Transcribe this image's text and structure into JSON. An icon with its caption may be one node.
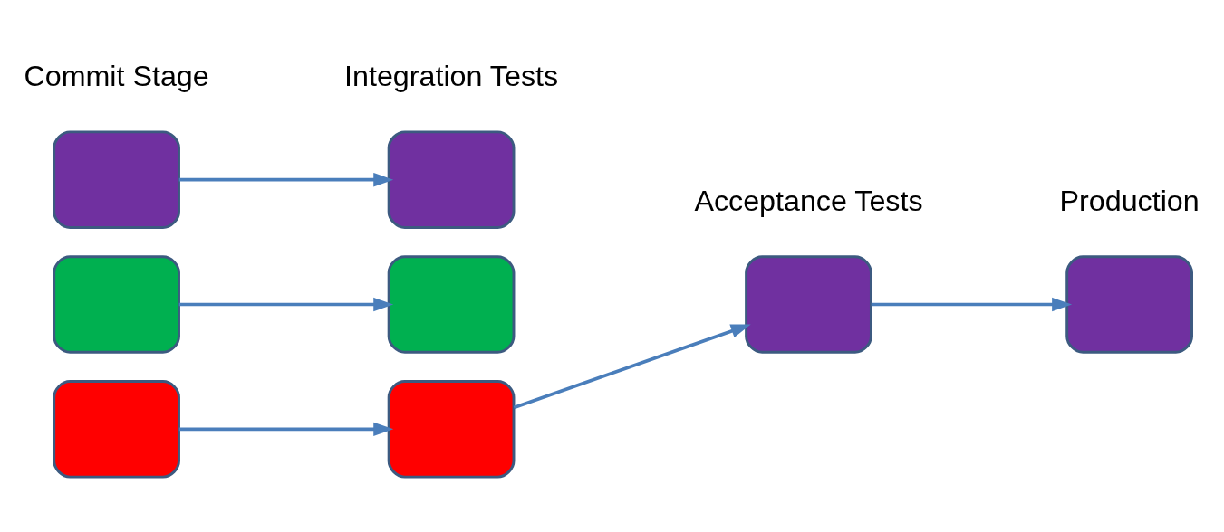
{
  "diagram": {
    "nodes": [
      {
        "text": [],
        "shape": "box",
        "beside": [
          "Commit Stage"
        ]
      },
      {
        "text": [],
        "shape": "box"
      },
      {
        "text": [],
        "shape": "box"
      },
      {
        "text": [],
        "shape": "box",
        "beside": [
          "Integration Tests"
        ]
      },
      {
        "text": [],
        "shape": "box"
      },
      {
        "text": [],
        "shape": "box"
      },
      {
        "text": [],
        "shape": "box",
        "beside": [
          "Acceptance Tests"
        ]
      },
      {
        "text": [],
        "shape": "box",
        "beside": [
          "Production"
        ]
      }
    ],
    "edges": [
      {
        "from": 0,
        "to": 3,
        "arrow": "to"
      },
      {
        "from": 1,
        "to": 4,
        "arrow": "to"
      },
      {
        "from": 2,
        "to": 5,
        "arrow": "to"
      },
      {
        "from": 5,
        "to": 6,
        "arrow": "to"
      },
      {
        "from": 6,
        "to": 7,
        "arrow": "to"
      }
    ]
  }
}
